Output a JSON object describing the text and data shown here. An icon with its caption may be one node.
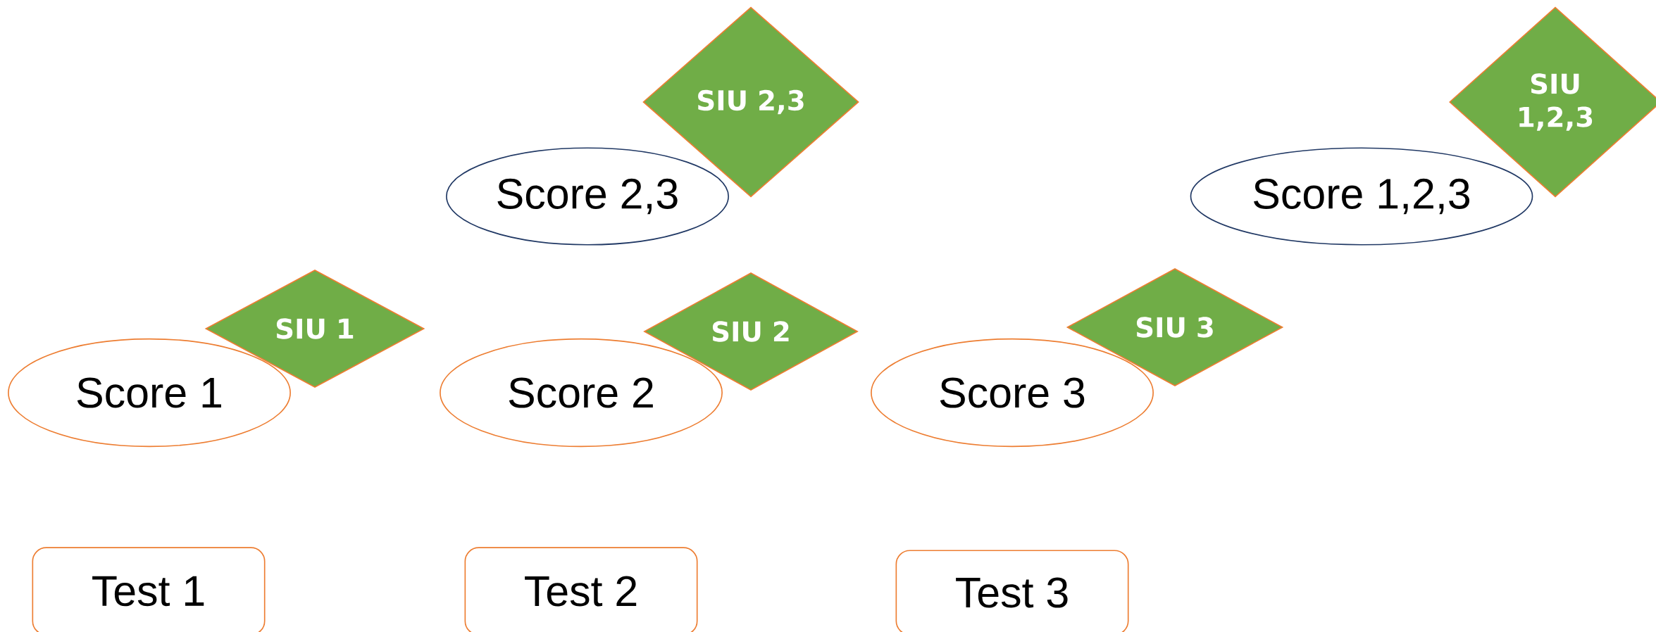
{
  "diagram": {
    "nodes": [
      {
        "text": [
          "SIU 2,3"
        ]
      },
      {
        "text": [
          "SIU 1,2,3"
        ]
      },
      {
        "text": [
          "Score 2,3"
        ]
      },
      {
        "text": [
          "Score 1,2,3"
        ]
      },
      {
        "text": [
          "SIU 1"
        ]
      },
      {
        "text": [
          "SIU 2"
        ]
      },
      {
        "text": [
          "SIU 3"
        ]
      },
      {
        "text": [
          "Score 1"
        ]
      },
      {
        "text": [
          "Score 2"
        ]
      },
      {
        "text": [
          "Score 3"
        ]
      },
      {
        "text": [
          "Test 1"
        ]
      },
      {
        "text": [
          "Test 2"
        ]
      },
      {
        "text": [
          "Test 3"
        ]
      }
    ]
  }
}
